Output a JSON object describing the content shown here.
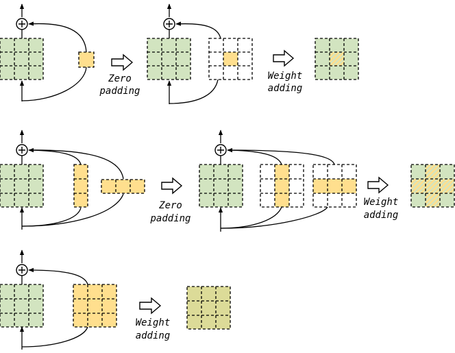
{
  "labels": {
    "zero": "Zero",
    "padding": "padding",
    "weight": "Weight",
    "adding": "adding"
  },
  "colors": {
    "green": "#d2e4c0",
    "yellow": "#ffdf8e",
    "olive": "#dcdb98",
    "stroke": "#000000",
    "background": "#ffffff"
  },
  "icons": {
    "sum": "circle-plus",
    "transform": "hollow-right-arrow"
  }
}
